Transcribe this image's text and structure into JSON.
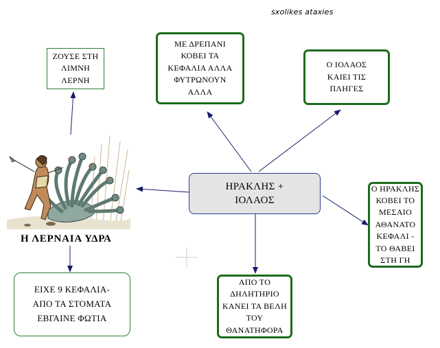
{
  "header": {
    "caption": "sxolikes ataxies"
  },
  "nodes": {
    "center": {
      "line1": "ΗΡΑΚΛΗΣ +",
      "line2": "ΙΟΛΑΟΣ"
    },
    "lake": {
      "lines": [
        "ΖΟΥΣΕ ΣΤΗ",
        "ΛΙΜΝΗ",
        "ΛΕΡΝΗ"
      ]
    },
    "sickle": {
      "lines": [
        "ΜΕ ΔΡΕΠΑΝΙ",
        "ΚΟΒΕΙ ΤΑ",
        "ΚΕΦΑΛΙΑ ΑΛΛΑ",
        "ΦΥΤΡΩΝΟΥΝ",
        "ΑΛΛΑ"
      ]
    },
    "iolaos": {
      "lines": [
        "Ο ΙΟΛΑΟΣ",
        "ΚΑΙΕΙ ΤΙΣ",
        "ΠΛΗΓΕΣ"
      ]
    },
    "immortal": {
      "lines": [
        "Ο ΗΡΑΚΛΗΣ",
        "ΚΟΒΕΙ ΤΟ",
        "ΜΕΣΑΙΟ",
        "ΑΘΑΝΑΤΟ",
        "ΚΕΦΑΛΙ -",
        "ΤΟ ΘΑΒΕΙ",
        "ΣΤΗ ΓΗ"
      ]
    },
    "poison": {
      "lines": [
        "ΑΠΟ ΤΟ",
        "ΔΗΛΗΤΗΡΙΟ",
        "ΚΑΝΕΙ ΤΑ ΒΕΛΗ",
        "ΤΟΥ",
        "ΘΑΝΑΤΗΦΟΡΑ"
      ]
    },
    "heads": {
      "lines": [
        "ΕΙΧΕ 9 ΚΕΦΑΛΙΑ-",
        "ΑΠΟ ΤΑ ΣΤΟΜΑΤΑ",
        "ΕΒΓΑΙΝΕ ΦΩΤΙΑ"
      ]
    },
    "hydra": {
      "title": "Η ΛΕΡΝΑΙΑ ΥΔΡΑ"
    }
  },
  "colors": {
    "green_border": "#1b6b1b",
    "center_fill": "#e4e4e4",
    "center_border": "#2b3a8c",
    "arrow": "#1a1a6e"
  },
  "icons": {
    "hydra_image": "hercules-hydra-icon",
    "cursor": "crosshair-cursor-icon"
  }
}
